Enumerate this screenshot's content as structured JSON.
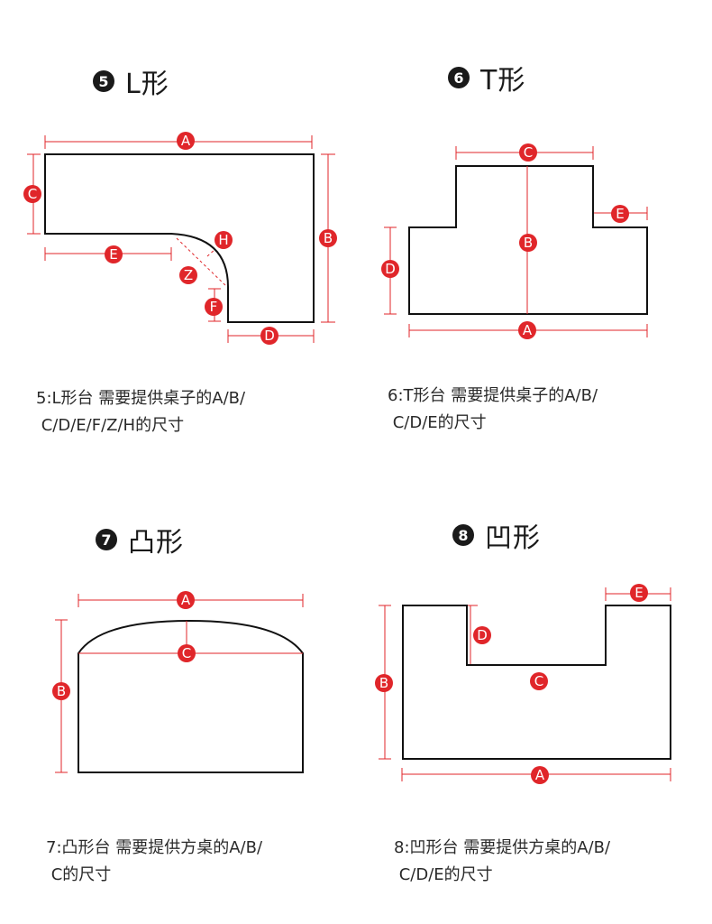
{
  "sections": [
    {
      "num": "5",
      "title": "L形",
      "desc_line1": "5:L形台 需要提供桌子的A/B/",
      "desc_line2": " C/D/E/F/Z/H的尺寸"
    },
    {
      "num": "6",
      "title": "T形",
      "desc_line1": "6:T形台 需要提供桌子的A/B/",
      "desc_line2": " C/D/E的尺寸"
    },
    {
      "num": "7",
      "title": "凸形",
      "desc_line1": "7:凸形台 需要提供方桌的A/B/",
      "desc_line2": " C的尺寸"
    },
    {
      "num": "8",
      "title": "凹形",
      "desc_line1": "8:凹形台 需要提供方桌的A/B/",
      "desc_line2": " C/D/E的尺寸"
    }
  ],
  "labels": {
    "l": {
      "A": "A",
      "B": "B",
      "C": "C",
      "D": "D",
      "E": "E",
      "F": "F",
      "Z": "Z",
      "H": "H"
    },
    "t": {
      "A": "A",
      "B": "B",
      "C": "C",
      "D": "D",
      "E": "E"
    },
    "tu": {
      "A": "A",
      "B": "B",
      "C": "C"
    },
    "ao": {
      "A": "A",
      "B": "B",
      "C": "C",
      "D": "D",
      "E": "E"
    }
  },
  "colors": {
    "accent": "#e0262a",
    "outline": "#111111"
  }
}
